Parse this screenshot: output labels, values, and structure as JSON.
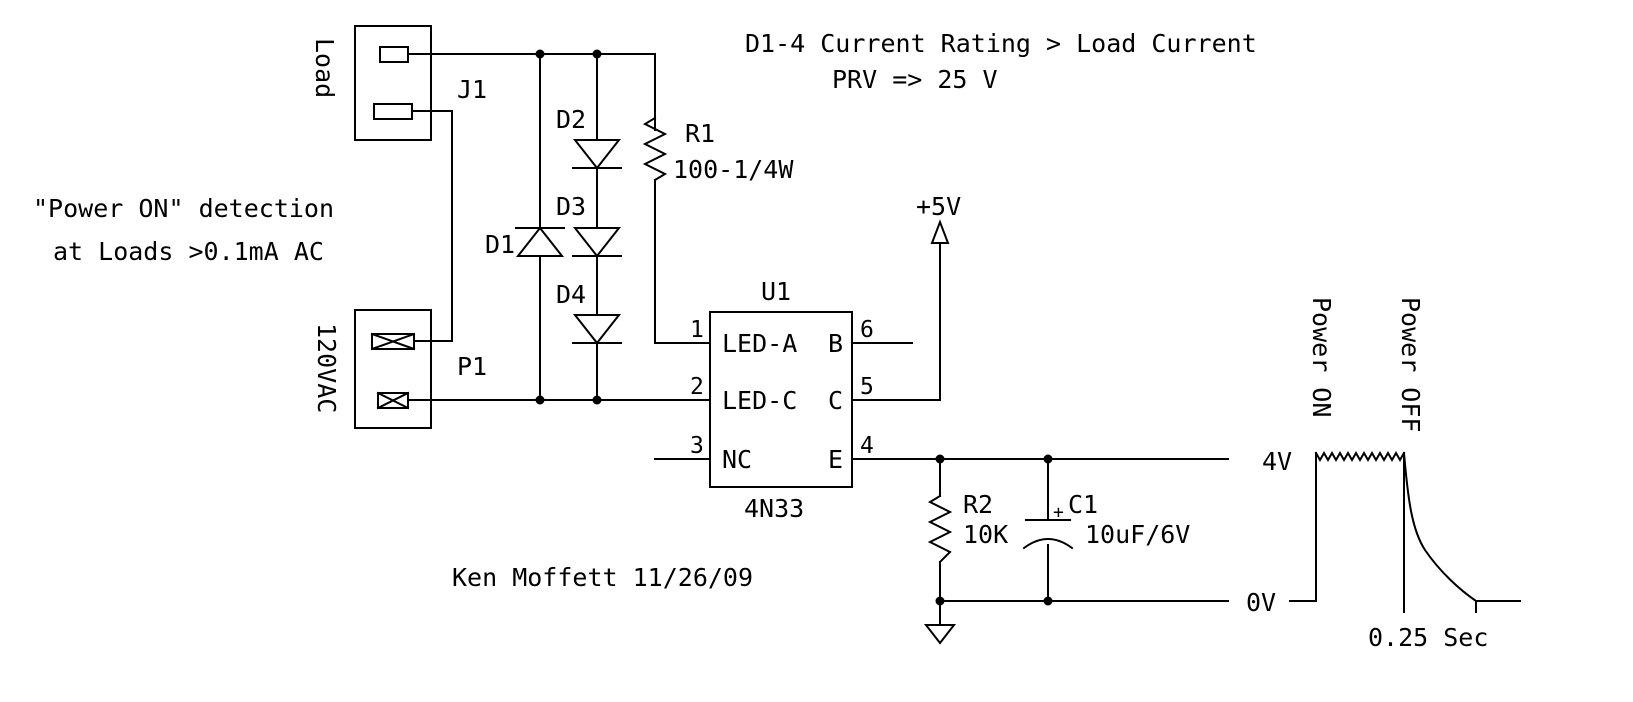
{
  "notes": {
    "rating_line1": "D1-4 Current Rating > Load Current",
    "rating_line2": "PRV => 25 V",
    "purpose_line1": "\"Power ON\" detection",
    "purpose_line2": "at Loads >0.1mA AC",
    "author": "Ken Moffett 11/26/09"
  },
  "connectors": {
    "j1_label": "Load",
    "j1_ref": "J1",
    "p1_label": "120VAC",
    "p1_ref": "P1"
  },
  "components": {
    "d1": "D1",
    "d2": "D2",
    "d3": "D3",
    "d4": "D4",
    "r1_ref": "R1",
    "r1_value": "100-1/4W",
    "r2_ref": "R2",
    "r2_value": "10K",
    "c1_ref": "C1",
    "c1_value": "10uF/6V",
    "c1_polarity": "+",
    "u1_ref": "U1",
    "u1_part": "4N33",
    "supply": "+5V"
  },
  "u1_pins": {
    "p1_num": "1",
    "p1_name": "LED-A",
    "p2_num": "2",
    "p2_name": "LED-C",
    "p3_num": "3",
    "p3_name": "NC",
    "p6_num": "6",
    "p6_name": "B",
    "p5_num": "5",
    "p5_name": "C",
    "p4_num": "4",
    "p4_name": "E"
  },
  "waveform": {
    "high_label": "4V",
    "low_label": "0V",
    "on_label": "Power ON",
    "off_label": "Power OFF",
    "time_label": "0.25 Sec"
  }
}
